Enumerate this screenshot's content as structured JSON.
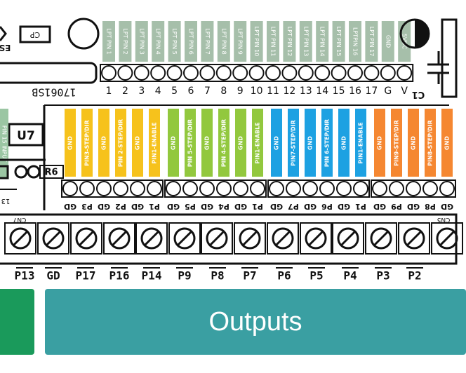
{
  "board": {
    "part_number": "17061SB",
    "cp_label": "CP",
    "u7_label": "U7",
    "r6_label": "R6",
    "c1_label": "C1",
    "cn7_label": "CN7",
    "cn5_label": "CN5",
    "es_label": "ES",
    "lpt_pins": [
      "LPT PIN 1",
      "LPT PIN 2",
      "LPT PIN 3",
      "LPT PIN 4",
      "LPT PIN 5",
      "LPT PIN 6",
      "LPT PIN 7",
      "LPT PIN 8",
      "LPT PIN 9",
      "LPT PIN 10",
      "LPT PIN 11",
      "LPT PIN 12",
      "LPT PIN 13",
      "LPT PIN 14",
      "LPT PIN 15",
      "LPTPIN 16",
      "LPT PIN 17",
      "GND",
      "5VDC"
    ],
    "header_numbers": [
      "1",
      "2",
      "3",
      "4",
      "5",
      "6",
      "7",
      "8",
      "9",
      "10",
      "11",
      "12",
      "13",
      "14",
      "15",
      "16",
      "17",
      "G",
      "V"
    ],
    "axis_groups": [
      {
        "color": "#f6c21c",
        "labels": [
          "GND",
          "PIN3-STEP/DIR",
          "GND",
          "PIN 2-STEP/DIR",
          "GND",
          "PIN1-ENABLE"
        ],
        "pins": [
          "GD",
          "P3",
          "GD",
          "P2",
          "GD",
          "P1"
        ]
      },
      {
        "color": "#92c83e",
        "labels": [
          "GND",
          "PIN 5-STEP/DIR",
          "GND",
          "PIN 4-STEP/DIR",
          "GND",
          "PIN1-ENABLE"
        ],
        "pins": [
          "GD",
          "P5",
          "GD",
          "P4",
          "GD",
          "P1"
        ]
      },
      {
        "color": "#1da1e2",
        "labels": [
          "GND",
          "PIN7-STEP/DIR",
          "GND",
          "PIN 6-STEP/DIR",
          "GND",
          "PIN1-ENABLE"
        ],
        "pins": [
          "GD",
          "P7",
          "GD",
          "P6",
          "GD",
          "P1"
        ]
      },
      {
        "color": "#f58731",
        "labels": [
          "GND",
          "PIN9-STEP/DIR",
          "GND",
          "PIN8-STEP/DIR",
          "GND"
        ],
        "pins": [
          "GD",
          "P9",
          "GD",
          "P8",
          "GD"
        ]
      }
    ],
    "left_strip_label": "PIN 15 INPUT",
    "left_pin_fragment": "13",
    "terminal_labels": [
      "P13",
      "GD",
      "P17",
      "P16",
      "P14",
      "P9",
      "P8",
      "P7",
      "P6",
      "P5",
      "P4",
      "P3",
      "P2"
    ]
  },
  "buttons": {
    "outputs_label": "Outputs"
  }
}
